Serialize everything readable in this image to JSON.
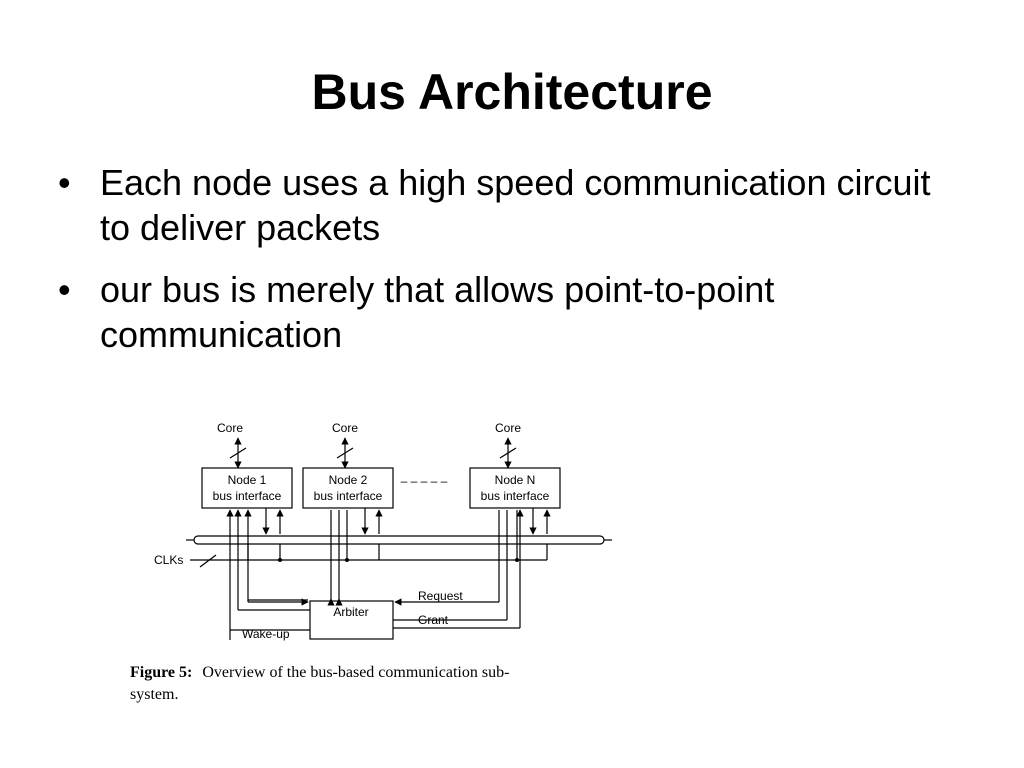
{
  "slide": {
    "title": "Bus Architecture",
    "bullets": [
      {
        "marker": "•",
        "text": "Each node uses a high speed communication circuit to deliver packets"
      },
      {
        "marker": "•",
        "text": "our bus is merely that allows point-to-point communication"
      }
    ]
  },
  "diagram": {
    "cores": [
      "Core",
      "Core",
      "Core"
    ],
    "nodes": [
      {
        "line1": "Node 1",
        "line2": "bus interface"
      },
      {
        "line1": "Node 2",
        "line2": "bus interface"
      },
      {
        "line1": "Node N",
        "line2": "bus interface"
      }
    ],
    "ellipsis": "– – – – –",
    "clks_label": "CLKs",
    "arbiter_label": "Arbiter",
    "request_label": "Request",
    "grant_label": "Grant",
    "wakeup_label": "Wake-up",
    "caption_prefix": "Figure 5:",
    "caption_line1": "Overview of the bus-based communication sub-",
    "caption_line2": "system."
  }
}
